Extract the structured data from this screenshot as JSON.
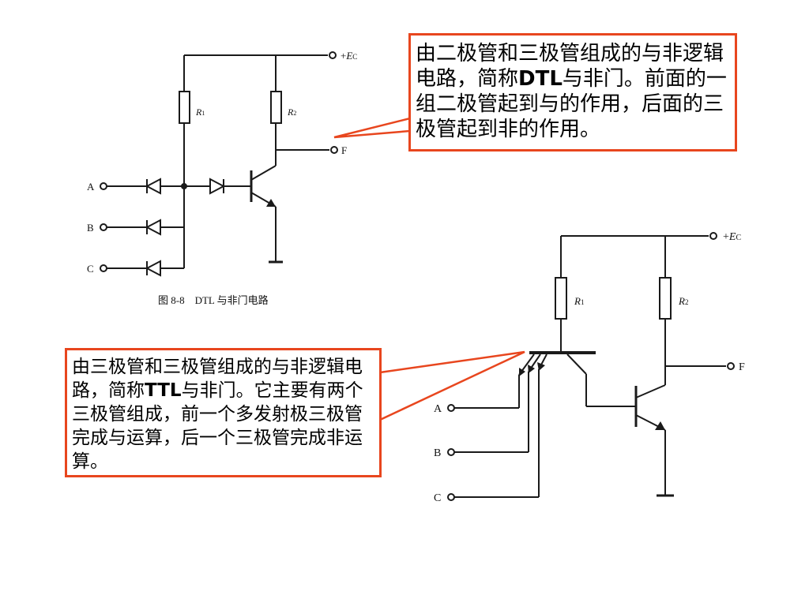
{
  "colors": {
    "callout_border": "#e8461e",
    "circuit_line": "#1a1a1a",
    "background": "#ffffff"
  },
  "dtl_circuit": {
    "supply_plus": "+",
    "supply_E": "E",
    "supply_sub": "C",
    "r1_R": "R",
    "r1_sub": "1",
    "r2_R": "R",
    "r2_sub": "2",
    "output_label": "F",
    "input_a": "A",
    "input_b": "B",
    "input_c": "C",
    "figure_caption": "图 8-8    DTL 与非门电路"
  },
  "ttl_circuit": {
    "supply_plus": "+",
    "supply_E": "E",
    "supply_sub": "C",
    "r1_R": "R",
    "r1_sub": "1",
    "r2_R": "R",
    "r2_sub": "2",
    "output_label": "F",
    "input_a": "A",
    "input_b": "B",
    "input_c": "C"
  },
  "callout_dtl": {
    "text_before": "由二极管和三极管组成的与非逻辑电路，简称",
    "term": "DTL",
    "text_after": "与非门。前面的一组二极管起到与的作用，后面的三极管起到非的作用。"
  },
  "callout_ttl": {
    "text_before": "由三极管和三极管组成的与非逻辑电路，简称",
    "term": "TTL",
    "text_after": "与非门。它主要有两个三极管组成，前一个多发射极三极管完成与运算，后一个三极管完成非运算。"
  }
}
